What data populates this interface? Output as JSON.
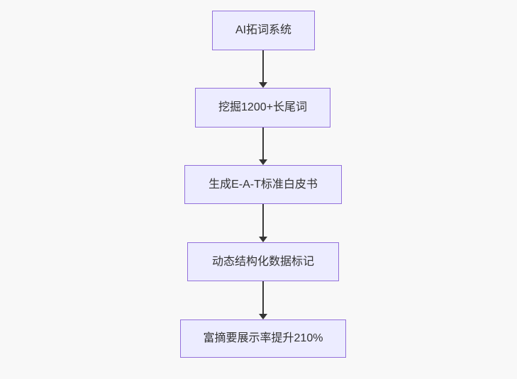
{
  "diagram": {
    "type": "flowchart",
    "direction": "top-to-bottom",
    "nodes": [
      {
        "id": "node-1",
        "label": "AI拓词系统"
      },
      {
        "id": "node-2",
        "label": "挖掘1200+长尾词"
      },
      {
        "id": "node-3",
        "label": "生成E-A-T标准白皮书"
      },
      {
        "id": "node-4",
        "label": "动态结构化数据标记"
      },
      {
        "id": "node-5",
        "label": "富摘要展示率提升210%"
      }
    ],
    "edges": [
      {
        "from": "node-1",
        "to": "node-2"
      },
      {
        "from": "node-2",
        "to": "node-3"
      },
      {
        "from": "node-3",
        "to": "node-4"
      },
      {
        "from": "node-4",
        "to": "node-5"
      }
    ],
    "colors": {
      "node_fill": "#ECECFF",
      "node_border": "#9370DB",
      "arrow": "#333333",
      "text": "#333333",
      "background": "#F8F8F8"
    }
  }
}
